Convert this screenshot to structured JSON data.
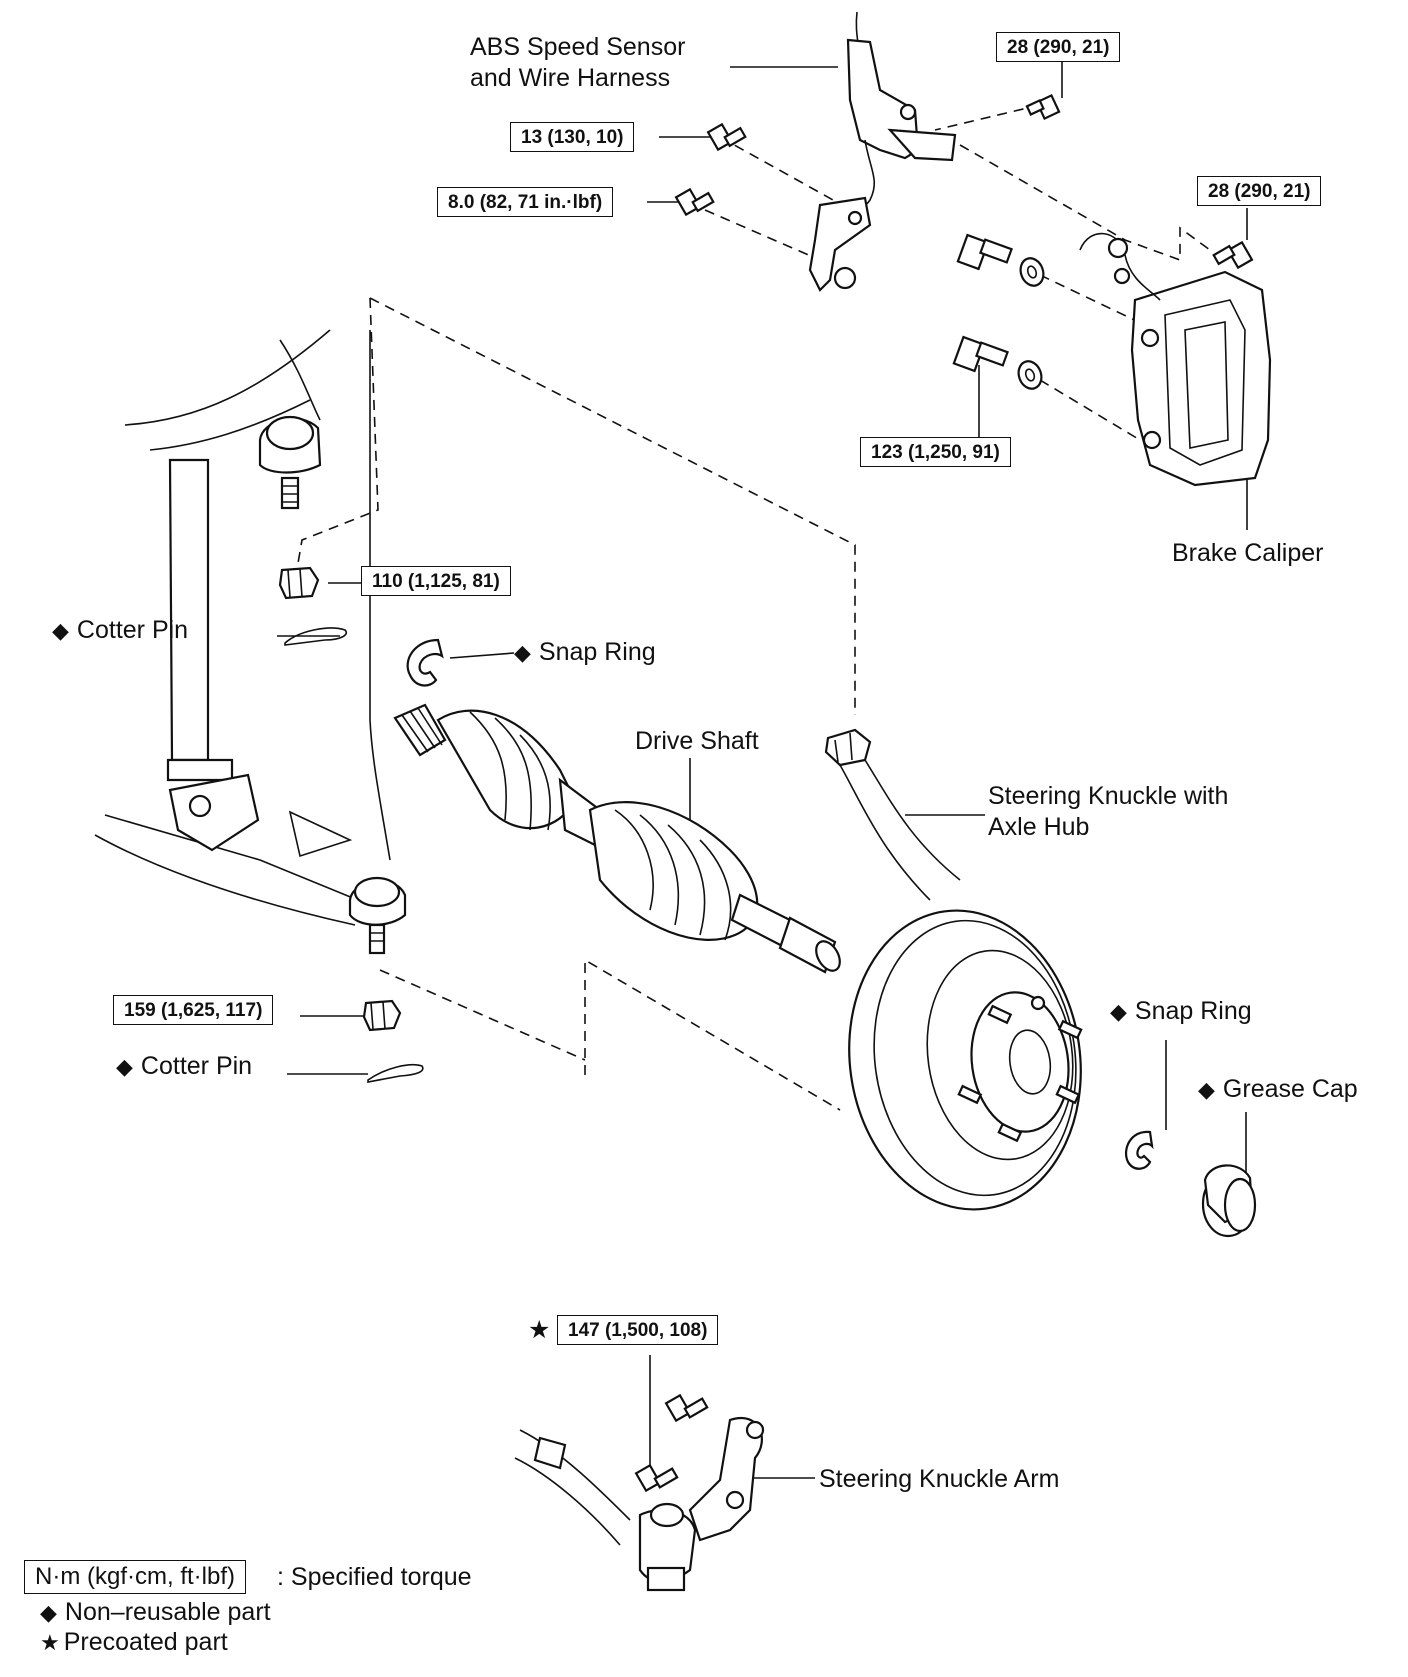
{
  "labels": {
    "abs_sensor": "ABS Speed Sensor\nand Wire Harness",
    "brake_caliper": "Brake Caliper",
    "cotter_pin": "Cotter Pin",
    "snap_ring": "Snap Ring",
    "drive_shaft": "Drive Shaft",
    "steering_knuckle": "Steering Knuckle with\nAxle Hub",
    "grease_cap": "Grease Cap",
    "knuckle_arm": "Steering Knuckle Arm"
  },
  "torques": {
    "t1": "28 (290, 21)",
    "t2": "13 (130, 10)",
    "t3": "8.0 (82, 71 in.·lbf)",
    "t4": "28 (290, 21)",
    "t5": "123 (1,250, 91)",
    "t6": "110 (1,125, 81)",
    "t7": "159 (1,625, 117)",
    "t8": "147 (1,500, 108)"
  },
  "symbols": {
    "non_reusable": "◆",
    "precoated": "★"
  },
  "legend": {
    "unit": "N·m (kgf·cm, ft·lbf)",
    "unit_desc": ": Specified torque",
    "non_reusable": "Non–reusable part",
    "precoated": "Precoated part"
  }
}
